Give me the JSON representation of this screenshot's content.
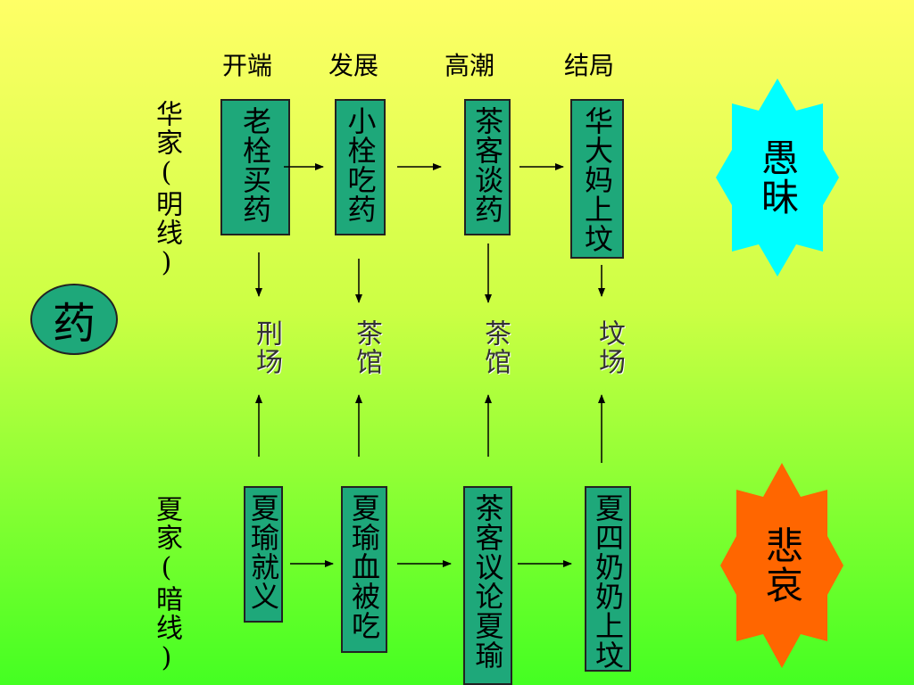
{
  "stages": [
    "开端",
    "发展",
    "高潮",
    "结局"
  ],
  "center_node": "药",
  "hua_line": {
    "label": "华家(明线)",
    "events": [
      "老栓买药",
      "小栓吃药",
      "茶客谈药",
      "华大妈上坟"
    ],
    "conclusion": "愚昧",
    "conclusion_color": "#00ffff"
  },
  "places": [
    "刑场",
    "茶馆",
    "茶馆",
    "坟场"
  ],
  "xia_line": {
    "label": "夏家(暗线)",
    "events": [
      "夏瑜就义",
      "夏瑜血被吃",
      "茶客议论夏瑜",
      "夏四奶奶上坟"
    ],
    "conclusion": "悲哀",
    "conclusion_color": "#ff6600"
  },
  "box_color": "#1ea87a"
}
